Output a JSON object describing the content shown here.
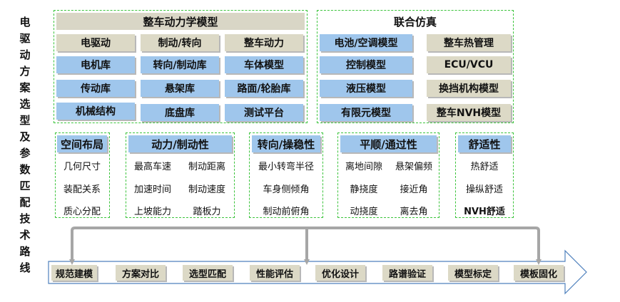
{
  "side_title": "电驱动方案选型及参数匹配技术路线",
  "vehicle_dynamics": {
    "title": "整车动力学模型",
    "rows": [
      [
        "电驱动",
        "制动/转向",
        "整车动力"
      ],
      [
        "电机库",
        "转向/制动库",
        "车体模型"
      ],
      [
        "传动库",
        "悬架库",
        "路面/轮胎库"
      ],
      [
        "机械结构",
        "底盘库",
        "测试平台"
      ]
    ]
  },
  "cosim": {
    "title": "联合仿真",
    "rows": [
      [
        "电池/空调模型",
        "整车热管理"
      ],
      [
        "控制模型",
        "ECU/VCU"
      ],
      [
        "液压模型",
        "换挡机构模型"
      ],
      [
        "有限元模型",
        "整车NVH模型"
      ]
    ]
  },
  "categories": [
    {
      "title": "空间布局",
      "items": [
        "几何尺寸",
        "装配关系",
        "质心分配"
      ]
    },
    {
      "title": "动力/制动性",
      "items": [
        "最高车速",
        "制动距离",
        "加速时间",
        "制动速度",
        "上坡能力",
        "踏板力"
      ]
    },
    {
      "title": "转向/操稳性",
      "items": [
        "最小转弯半径",
        "车身侧倾角",
        "制动前俯角"
      ]
    },
    {
      "title": "平顺/通过性",
      "items": [
        "离地间隙",
        "悬架偏频",
        "静挠度",
        "接近角",
        "动挠度",
        "离去角"
      ]
    },
    {
      "title": "舒适性",
      "items": [
        "热舒适",
        "操纵舒适",
        "NVH舒适"
      ]
    }
  ],
  "flow_steps": [
    "规范建模",
    "方案对比",
    "选型匹配",
    "性能评估",
    "优化设计",
    "路谱验证",
    "模型标定",
    "模板固化"
  ],
  "colors": {
    "dashed_border": "#3cc43c",
    "tan": "#dcd9c6",
    "blue": "#9fc6ec",
    "arrow_gray": "#a6a6a6",
    "arrow_outline": "#4f81bd"
  }
}
